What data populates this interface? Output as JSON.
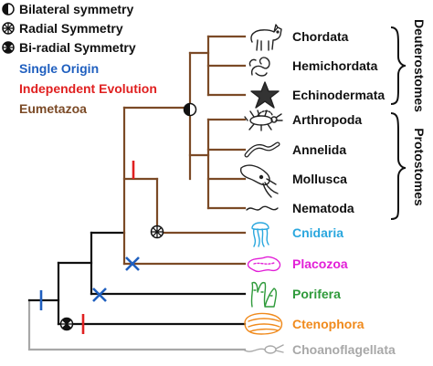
{
  "legend": {
    "bilateral": "Bilateral symmetry",
    "radial": "Radial Symmetry",
    "biradial": "Bi-radial Symmetry",
    "single_origin": "Single Origin",
    "independent": "Independent Evolution",
    "eumetazoa": "Eumetazoa"
  },
  "taxa": {
    "chordata": "Chordata",
    "hemichordata": "Hemichordata",
    "echinodermata": "Echinodermata",
    "arthropoda": "Arthropoda",
    "annelida": "Annelida",
    "mollusca": "Mollusca",
    "nematoda": "Nematoda",
    "cnidaria": "Cnidaria",
    "placozoa": "Placozoa",
    "porifera": "Porifera",
    "ctenophora": "Ctenophora",
    "choanoflagellata": "Choanoflagellata"
  },
  "groups": {
    "deuterostomes": "Deuterostomes",
    "protostomes": "Protostomes"
  },
  "colors": {
    "eumetazoa": "#7b4a26",
    "single_origin": "#1f5fbf",
    "independent": "#e02020",
    "cnidaria": "#2aa7de",
    "placozoa": "#e21fd7",
    "porifera": "#2e9a3a",
    "ctenophora": "#f08a1c",
    "choanoflagellata": "#a8a8a8",
    "black": "#111111"
  }
}
